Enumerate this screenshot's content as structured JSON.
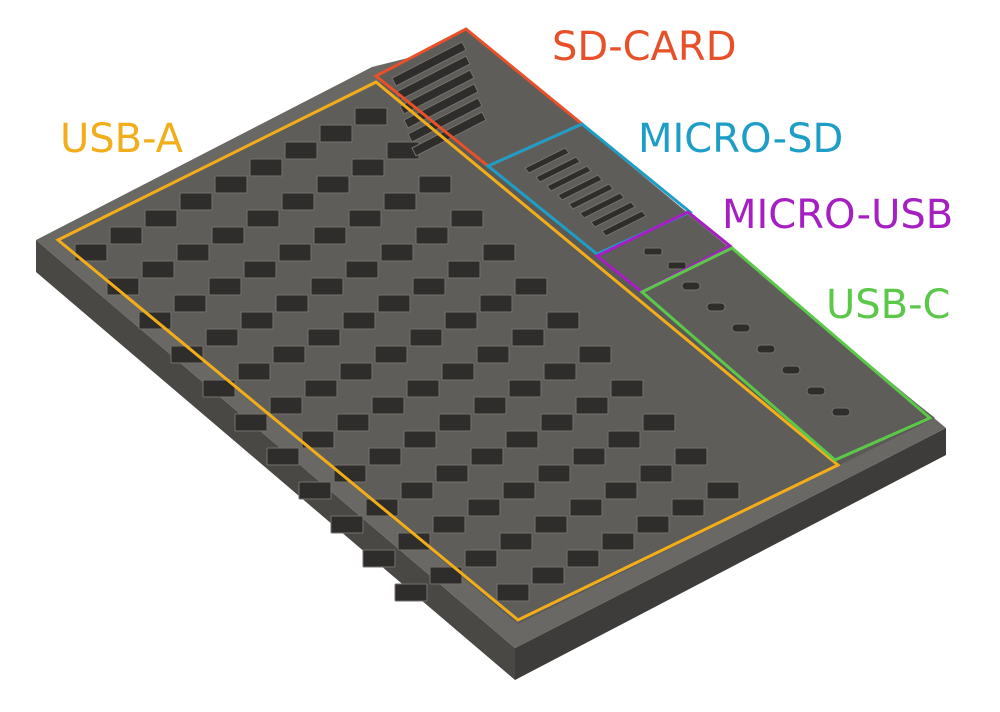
{
  "diagram": {
    "zones": [
      {
        "key": "sd_card",
        "label": "SD-CARD",
        "color": "#e8502a"
      },
      {
        "key": "micro_sd",
        "label": "MICRO-SD",
        "color": "#1e9ec7"
      },
      {
        "key": "micro_usb",
        "label": "MICRO-USB",
        "color": "#a51fc2"
      },
      {
        "key": "usb_c",
        "label": "USB-C",
        "color": "#5cc84a"
      },
      {
        "key": "usb_a",
        "label": "USB-A",
        "color": "#f2ae1a"
      }
    ],
    "colors": {
      "plate_top": "#5d5b58",
      "plate_front": "#4a4845",
      "plate_right": "#3e3c3a",
      "rim": "#807d78",
      "slot": "#2f2d2b",
      "slot_edge": "#74716c"
    }
  }
}
